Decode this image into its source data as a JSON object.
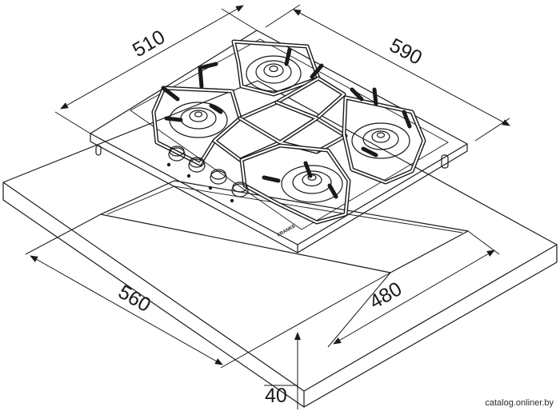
{
  "dimensions": {
    "hob_width": "510",
    "hob_depth": "590",
    "cutout_width": "560",
    "cutout_depth": "480",
    "worktop_thickness": "40"
  },
  "brand_mark": "FRANKE",
  "watermark": "catalog.onliner.by"
}
